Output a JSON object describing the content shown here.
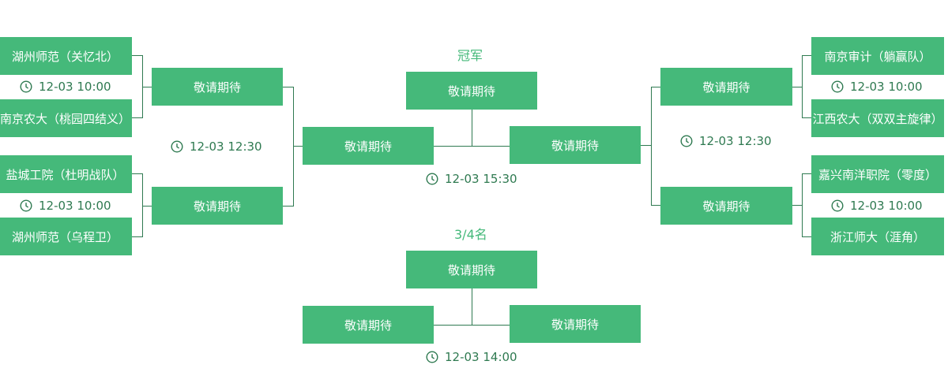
{
  "placeholder": "敬请期待",
  "left": {
    "team1": "湖州师范（关忆北）",
    "team2": "南京农大（桃园四结义）",
    "team3": "盐城工院（杜明战队）",
    "team4": "湖州师范（乌程卫）",
    "time1": "12-03  10:00",
    "time2": "12-03  10:00",
    "time_semi": "12-03  12:30"
  },
  "right": {
    "team1": "南京审计（躺赢队）",
    "team2": "江西农大（双双主旋律）",
    "team3": "嘉兴南洋职院（零度）",
    "team4": "浙江师大（涯角）",
    "time1": "12-03  10:00",
    "time2": "12-03  10:00",
    "time_semi": "12-03  12:30"
  },
  "final": {
    "title": "冠军",
    "time": "12-03  15:30"
  },
  "third": {
    "title": "3/4名",
    "time": "12-03  14:00"
  },
  "icon": "clock-icon",
  "colors": {
    "box": "#45b97a",
    "line": "#2f7a51",
    "text": "#2f7a51"
  }
}
